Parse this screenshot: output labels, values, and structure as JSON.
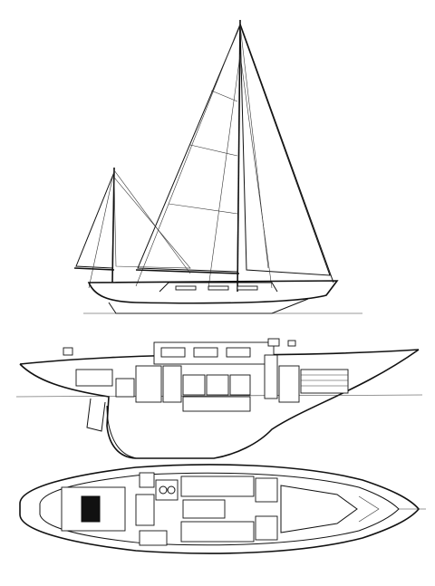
{
  "drawing": {
    "views": [
      "sail-plan",
      "inboard-profile",
      "accommodation-plan"
    ],
    "line_color": "#111111",
    "background": "#ffffff"
  }
}
